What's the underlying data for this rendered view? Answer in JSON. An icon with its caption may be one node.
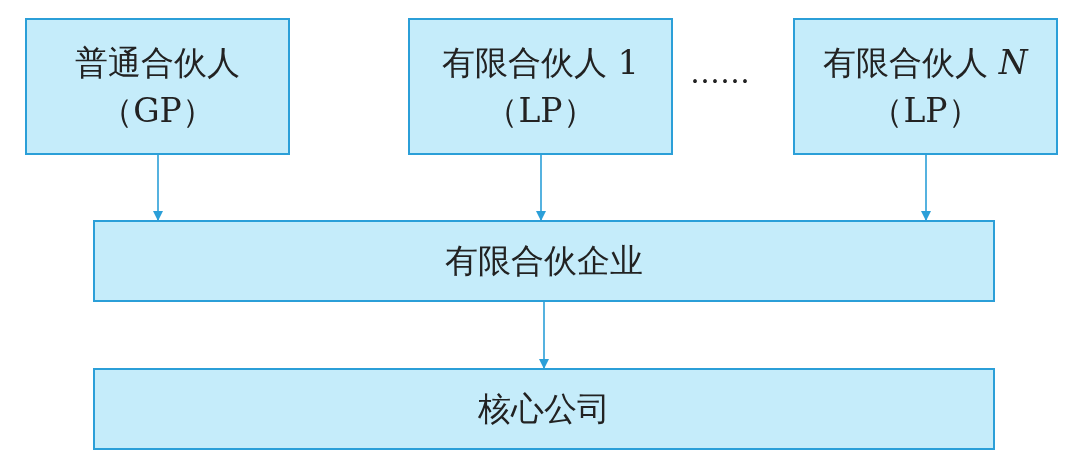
{
  "diagram": {
    "nodes": [
      {
        "text": [
          "普通合伙人（GP）"
        ]
      },
      {
        "text": [
          "有限合伙人 1（LP）"
        ]
      },
      {
        "text": [
          "有限合伙人 *N*（LP）"
        ]
      },
      {
        "text": [
          "有限合伙企业"
        ]
      },
      {
        "text": [
          "核心公司"
        ]
      }
    ],
    "edges": [
      {
        "from": 0,
        "to": 3,
        "arrow": "to"
      },
      {
        "from": 1,
        "to": 3,
        "arrow": "to"
      },
      {
        "from": 2,
        "to": 3,
        "arrow": "to"
      },
      {
        "from": 3,
        "to": 4,
        "arrow": "to"
      }
    ],
    "labels": [
      "……"
    ]
  }
}
